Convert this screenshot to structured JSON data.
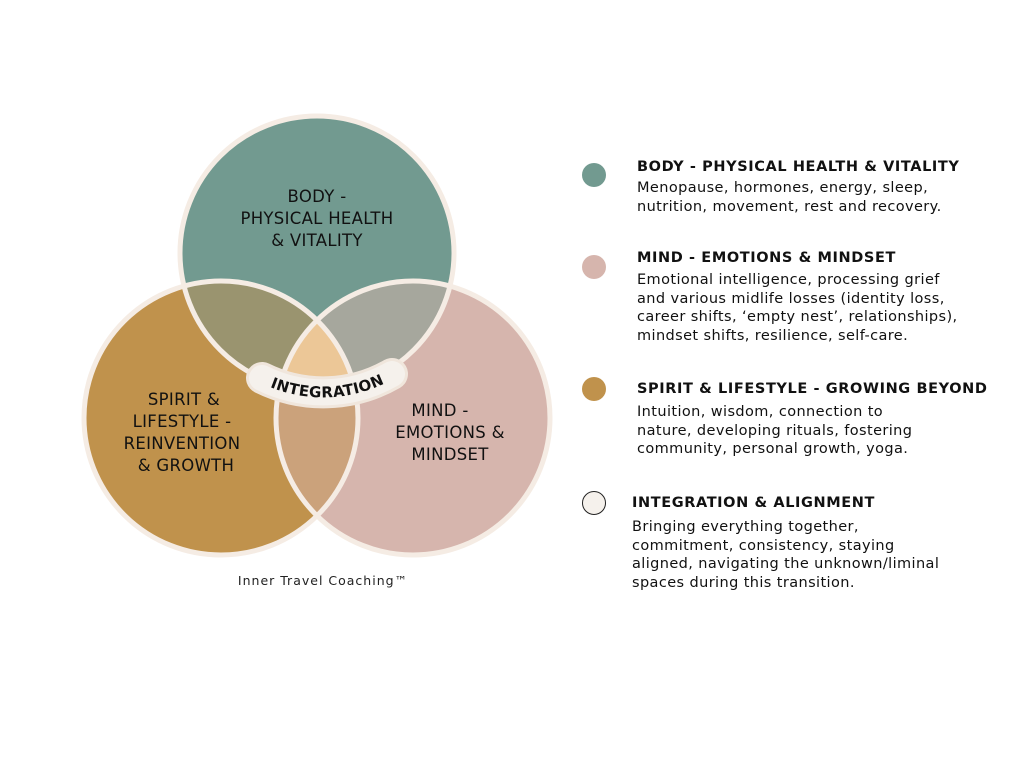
{
  "colors": {
    "body": "#729a90",
    "mind": "#d6b5ad",
    "spirit": "#c0924c",
    "integration": "#f5f1ec",
    "border": "#f5ece4",
    "body_spirit": "#9a946f",
    "body_mind": "#a6a79d",
    "spirit_mind": "#cba27b",
    "center": "#ecc797"
  },
  "venn": {
    "body": {
      "lines": [
        "BODY -",
        "PHYSICAL HEALTH",
        "& VITALITY"
      ]
    },
    "spirit": {
      "lines": [
        "SPIRIT &",
        "LIFESTYLE -",
        "REINVENTION",
        "& GROWTH"
      ]
    },
    "mind": {
      "lines": [
        "MIND -",
        "EMOTIONS &",
        "MINDSET"
      ]
    },
    "center_label": "INTEGRATION"
  },
  "footer": "Inner Travel Coaching™",
  "legend": [
    {
      "title": "BODY - PHYSICAL HEALTH & VITALITY",
      "description": "Menopause, hormones, energy, sleep,\nnutrition, movement, rest and recovery.",
      "color": "#729a90"
    },
    {
      "title": "MIND - EMOTIONS & MINDSET",
      "description": "Emotional intelligence, processing grief\nand various midlife losses (identity loss,\ncareer shifts, ‘empty nest’, relationships),\nmindset shifts, resilience, self-care.",
      "color": "#d6b5ad"
    },
    {
      "title": "SPIRIT & LIFESTYLE - GROWING BEYOND",
      "description": "Intuition, wisdom, connection to\nnature, developing rituals, fostering\ncommunity, personal growth, yoga.",
      "color": "#c0924c"
    },
    {
      "title": "INTEGRATION & ALIGNMENT",
      "description": "Bringing everything together,\ncommitment, consistency, staying\naligned, navigating the unknown/liminal\nspaces during this transition.",
      "color": "#f5f1ec"
    }
  ]
}
